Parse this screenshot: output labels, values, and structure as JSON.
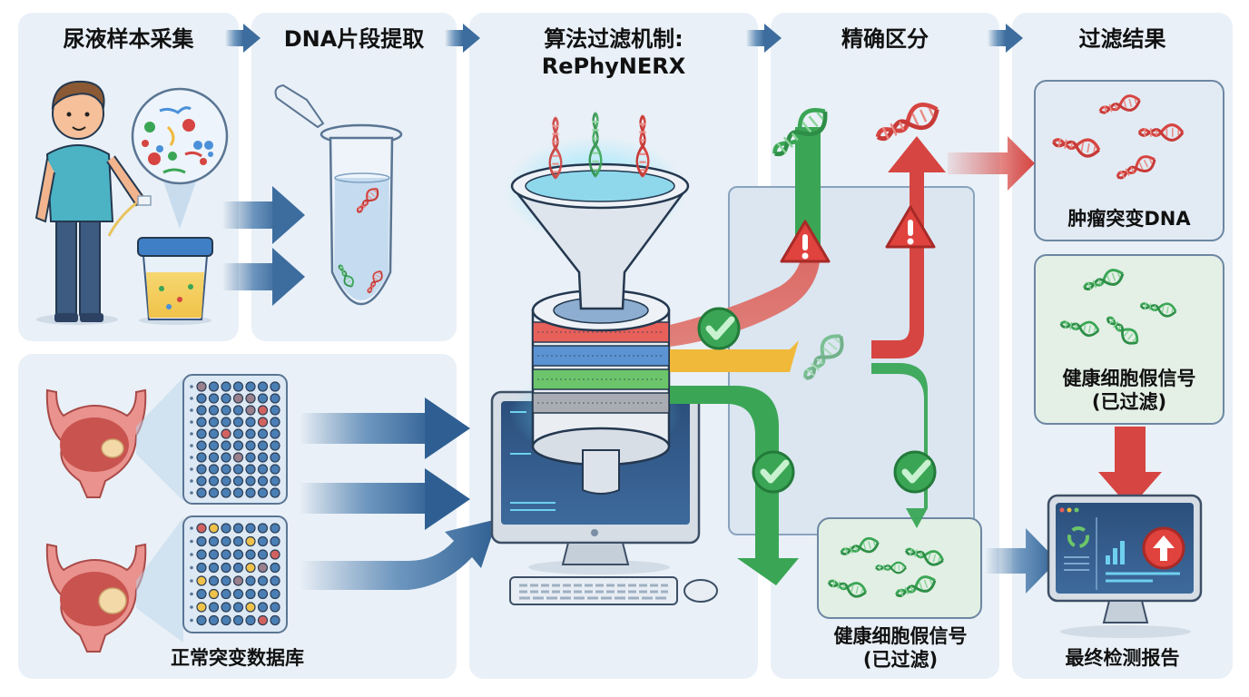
{
  "steps": [
    {
      "id": "collect",
      "title": "尿液样本采集"
    },
    {
      "id": "extract",
      "title": "DNA片段提取"
    },
    {
      "id": "algorithm",
      "title": "算法过滤机制:",
      "subtitle": "RePhyNERX"
    },
    {
      "id": "distinguish",
      "title": "精确区分"
    },
    {
      "id": "result",
      "title": "过滤结果"
    }
  ],
  "database": {
    "caption": "正常突变数据库"
  },
  "distinguish": {
    "healthy_caption_line1": "健康细胞假信号",
    "healthy_caption_line2": "(已过滤)"
  },
  "results": {
    "tumor_label": "肿瘤突变DNA",
    "healthy_label_line1": "健康细胞假信号",
    "healthy_label_line2": "(已过滤)",
    "report_label": "最终检测报告"
  },
  "colors": {
    "panel_bg": "#e9f0f7",
    "flow_arrow": "#3d6d9e",
    "tumor_red": "#d64541",
    "healthy_green": "#3aa655",
    "ambiguous_yellow": "#f0b93a",
    "filter_red": "#e8605a",
    "filter_blue": "#5b93d3",
    "filter_green": "#6cc56a",
    "filter_gray": "#a9adb3"
  },
  "icons": {
    "step_arrow": "arrow-right-icon",
    "warning": "warning-triangle-icon",
    "check": "check-circle-icon",
    "dna": "dna-helix-icon",
    "report_alert": "up-arrow-alert-icon"
  }
}
